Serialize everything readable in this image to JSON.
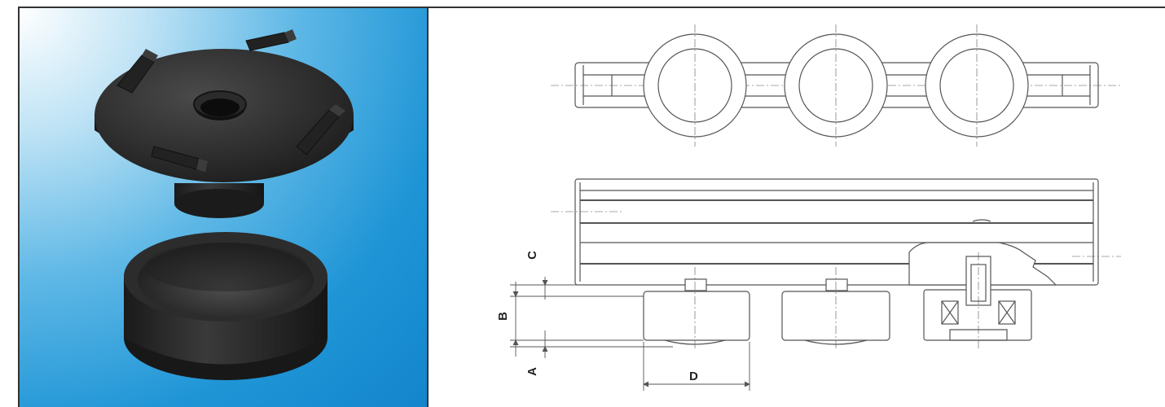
{
  "photo": {
    "subject": "black-rubber-cap-and-wheel-render",
    "background_colors": [
      "#ffffff",
      "#5fb8e6",
      "#1385cc"
    ],
    "part_color": "#2a2a2a"
  },
  "drawing": {
    "line_color": "#555555",
    "dimension_labels": {
      "a": "A",
      "b": "B",
      "c": "C",
      "d": "D"
    }
  }
}
